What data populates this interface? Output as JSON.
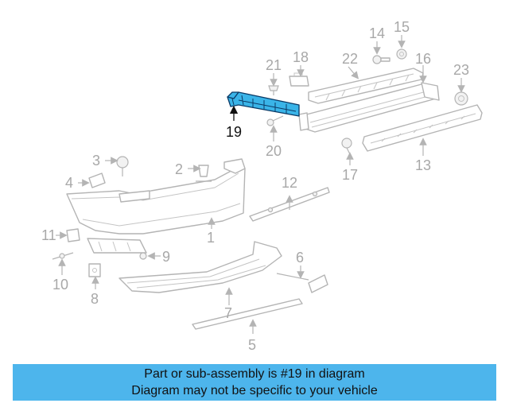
{
  "diagram": {
    "highlighted_part": "19",
    "highlight_color": "#3ab4e8",
    "callouts": [
      "1",
      "2",
      "3",
      "4",
      "5",
      "6",
      "7",
      "8",
      "9",
      "10",
      "11",
      "12",
      "13",
      "14",
      "15",
      "16",
      "17",
      "18",
      "19",
      "20",
      "21",
      "22",
      "23"
    ]
  },
  "caption": {
    "background": "#4db5ec",
    "line1": "Part or sub-assembly is #19 in diagram",
    "line2": "Diagram may not be specific to your vehicle"
  }
}
